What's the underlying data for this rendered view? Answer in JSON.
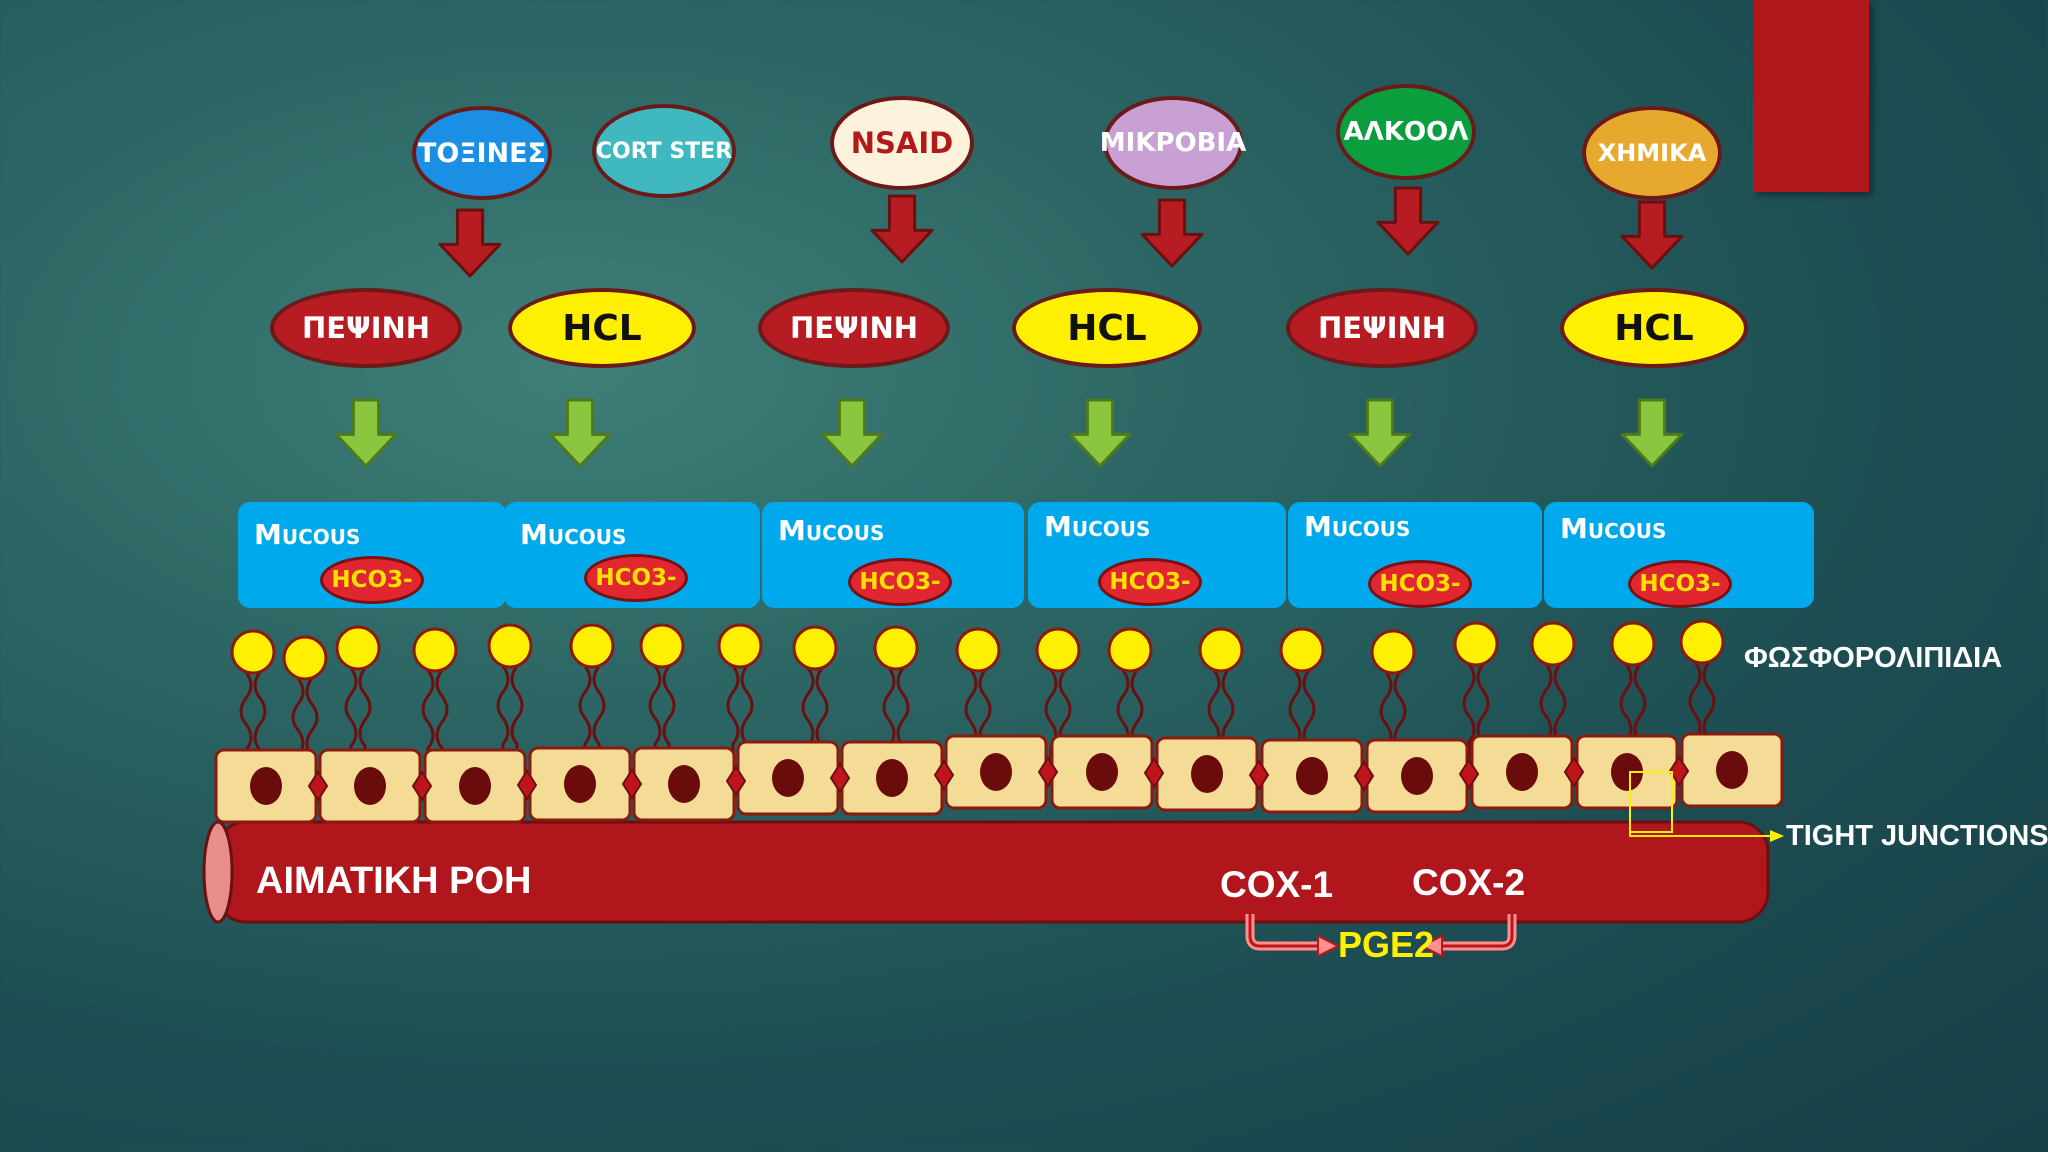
{
  "agents": [
    {
      "label": "ΤΟΞΙΝΕΣ",
      "bg": "#1b8fe3",
      "color": "#ffffff"
    },
    {
      "label": "CORT STER",
      "bg": "#3fb8bf",
      "color": "#ffffff"
    },
    {
      "label": "NSAID",
      "bg": "#fdf2dc",
      "color": "#b01a1a"
    },
    {
      "label": "ΜΙΚΡΟΒΙΑ",
      "bg": "#c9a0d4",
      "color": "#ffffff"
    },
    {
      "label": "ΑΛΚΟΟΛ",
      "bg": "#0a9e3e",
      "color": "#ffffff"
    },
    {
      "label": "ΧΗΜΙΚΑ",
      "bg": "#e6a92e",
      "color": "#ffffff"
    }
  ],
  "secretions": [
    "ΠΕΨΙΝΗ",
    "HCL",
    "ΠΕΨΙΝΗ",
    "HCL",
    "ΠΕΨΙΝΗ",
    "HCL"
  ],
  "mucous": {
    "label": "Mucous",
    "bicarbonate": "HCO3-"
  },
  "labels": {
    "phospholipids": "ΦΩΣΦΟΡΟΛΙΠΙΔΙΑ",
    "tight_junctions": "TIGHT JUNCTIONS",
    "blood_flow": "ΑΙΜΑΤΙΚΗ ΡΟΗ",
    "cox1": "COX-1",
    "cox2": "COX-2",
    "pge2": "PGE2"
  },
  "colors": {
    "accent_red": "#b0161c",
    "arrow_red": "#b71c22",
    "arrow_green": "#8cc63f",
    "cell": "#f5dc96",
    "lipid": "#ffef00",
    "mucous": "#00a8ec"
  }
}
